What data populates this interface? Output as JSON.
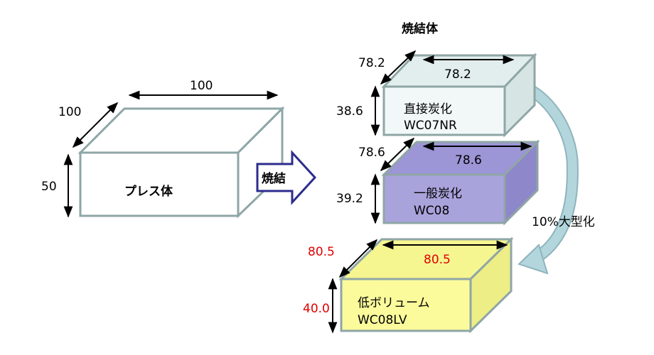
{
  "press_body": {
    "label": "プレス体",
    "width": "100",
    "depth": "100",
    "height": "50"
  },
  "process_arrow": {
    "label": "焼結"
  },
  "sintered_title": "焼結体",
  "boxes": [
    {
      "name": "direct",
      "line1": "直接炭化",
      "line2": "WC07NR",
      "depth": "78.2",
      "width": "78.2",
      "height": "38.6",
      "face": "#f2f8f8",
      "top": "#e2eeee",
      "side": "#d6e4e4"
    },
    {
      "name": "general",
      "line1": "一般炭化",
      "line2": "WC08",
      "depth": "78.6",
      "width": "78.6",
      "height": "39.2",
      "face": "#a9a3dc",
      "top": "#9c95d6",
      "side": "#8e87c9"
    },
    {
      "name": "lowvolume",
      "line1": "低ボリューム",
      "line2": "WC08LV",
      "depth": "80.5",
      "width": "80.5",
      "height": "40.0",
      "face": "#fbfb9c",
      "top": "#f6f690",
      "side": "#eeee86"
    }
  ],
  "scale_note": "10%大型化",
  "colors": {
    "edge": "#8fa6a6",
    "arrow_fill": "#b3d6dd",
    "arrow_stroke": "#8fb4bc",
    "process_border": "#2c2c8c",
    "emphasis": "#e00000"
  }
}
